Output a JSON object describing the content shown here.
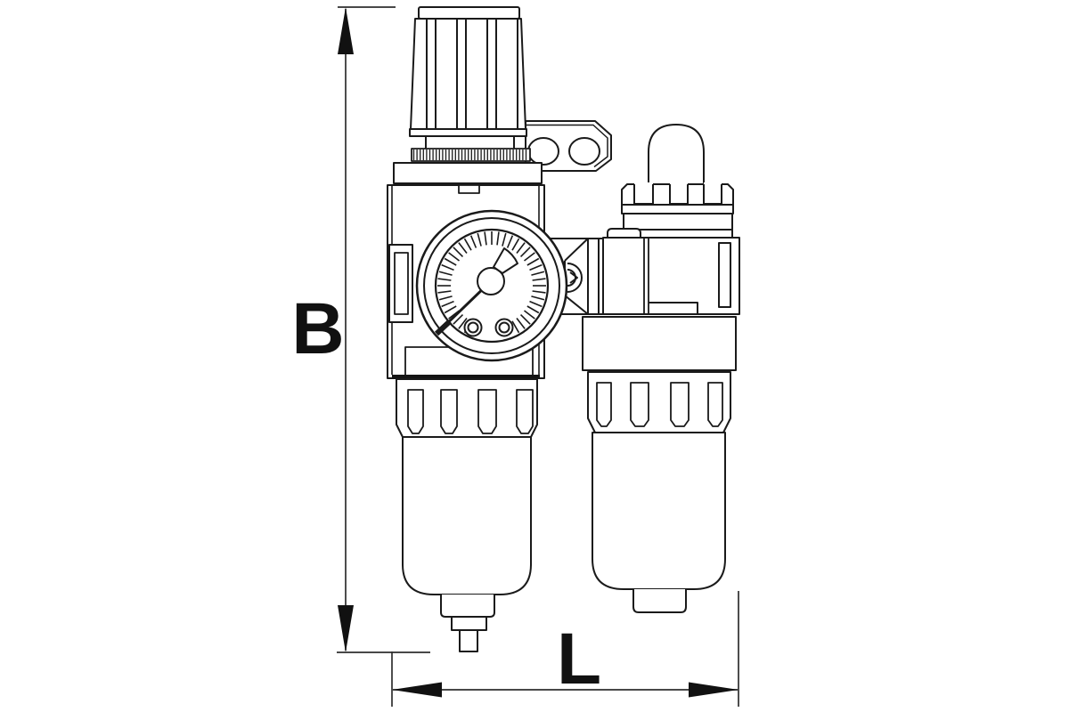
{
  "diagram": {
    "subject": "air-service-unit-filter-regulator-lubricator",
    "background_color": "#ffffff",
    "line_color": "#1a1a1a",
    "dimension_line_color": "#2e2e2e",
    "dimensions": {
      "height_label": "B",
      "length_label": "L"
    }
  }
}
